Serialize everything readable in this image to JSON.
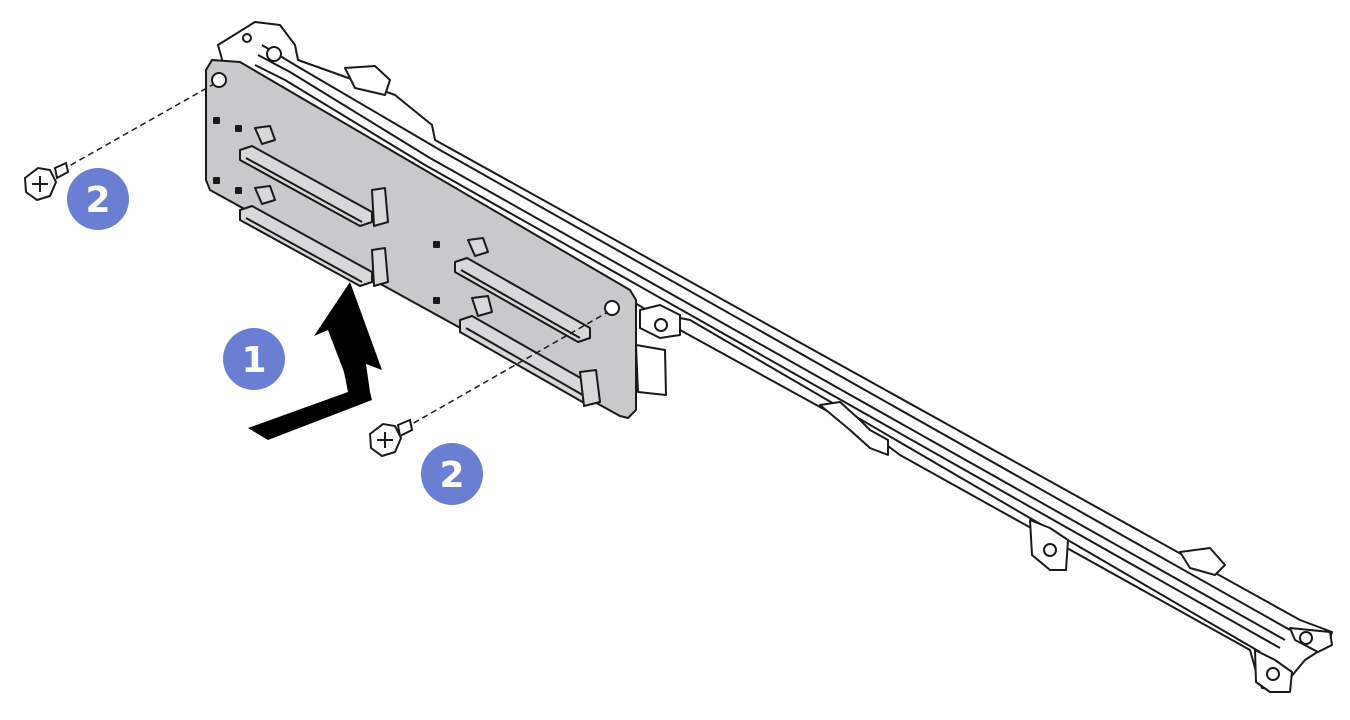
{
  "colors": {
    "badge": "#6a7fd4",
    "line": "#1a1a1a",
    "board_fill": "#c9c9cc",
    "bracket_fill": "#ffffff"
  },
  "steps": {
    "insert": {
      "number": "1"
    },
    "screw_left": {
      "number": "2"
    },
    "screw_center": {
      "number": "2"
    }
  },
  "icons": [
    "insert-direction-arrow-icon",
    "screw-icon"
  ]
}
